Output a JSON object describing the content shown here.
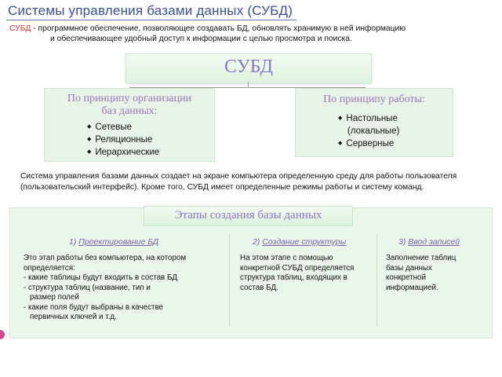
{
  "title": "Системы управления базами данных (СУБД)",
  "intro": {
    "key": "СУБД",
    "line1": " - программное обеспечение, позволяющее создавать БД, обновлять хранимую в ней информацию",
    "line2": "и обеспечивающее удобный доступ к информации с целью просмотра и поиска."
  },
  "subd_label": "СУБД",
  "classification": {
    "left": {
      "heading_line1": "По принципу организации",
      "heading_line2": "баз данных:",
      "items": [
        "Сетевые",
        "Реляционные",
        "Иерархические"
      ]
    },
    "right": {
      "heading": "По принципу работы:",
      "item1_line1": "Настольные",
      "item1_line2": "(локальные)",
      "item2": "Серверные"
    }
  },
  "paragraph": "Система управления базами данных создает на экране компьютера определенную среду для работы пользователя (пользовательский интерфейс). Кроме того, СУБД имеет определенные режимы работы и систему команд.",
  "stages": {
    "title": "Этапы создания базы данных",
    "s1": {
      "num": "1)",
      "name": "Проектирование БД",
      "intro": "Это этап работы без компьютера, на котором определяется:",
      "items": [
        "- какие таблицы будут входить в состав БД",
        "- структура таблиц (название, тип и",
        "размер полей",
        "- какие поля будут выбраны в качестве",
        "первичных ключей и т.д."
      ]
    },
    "s2": {
      "num": "2)",
      "name": "Создание структуры",
      "text": "На этом этапе с помощью конкретной СУБД определяется структура таблиц, входящих в состав БД."
    },
    "s3": {
      "num": "3)",
      "name": "Ввод записей",
      "text": "Заполнение таблиц базы данных конкретной информацией."
    }
  },
  "colors": {
    "title": "#3a4f9a",
    "key": "#d8332f",
    "panel_bg": "#e7f4e7",
    "heading": "#9a73b8"
  }
}
